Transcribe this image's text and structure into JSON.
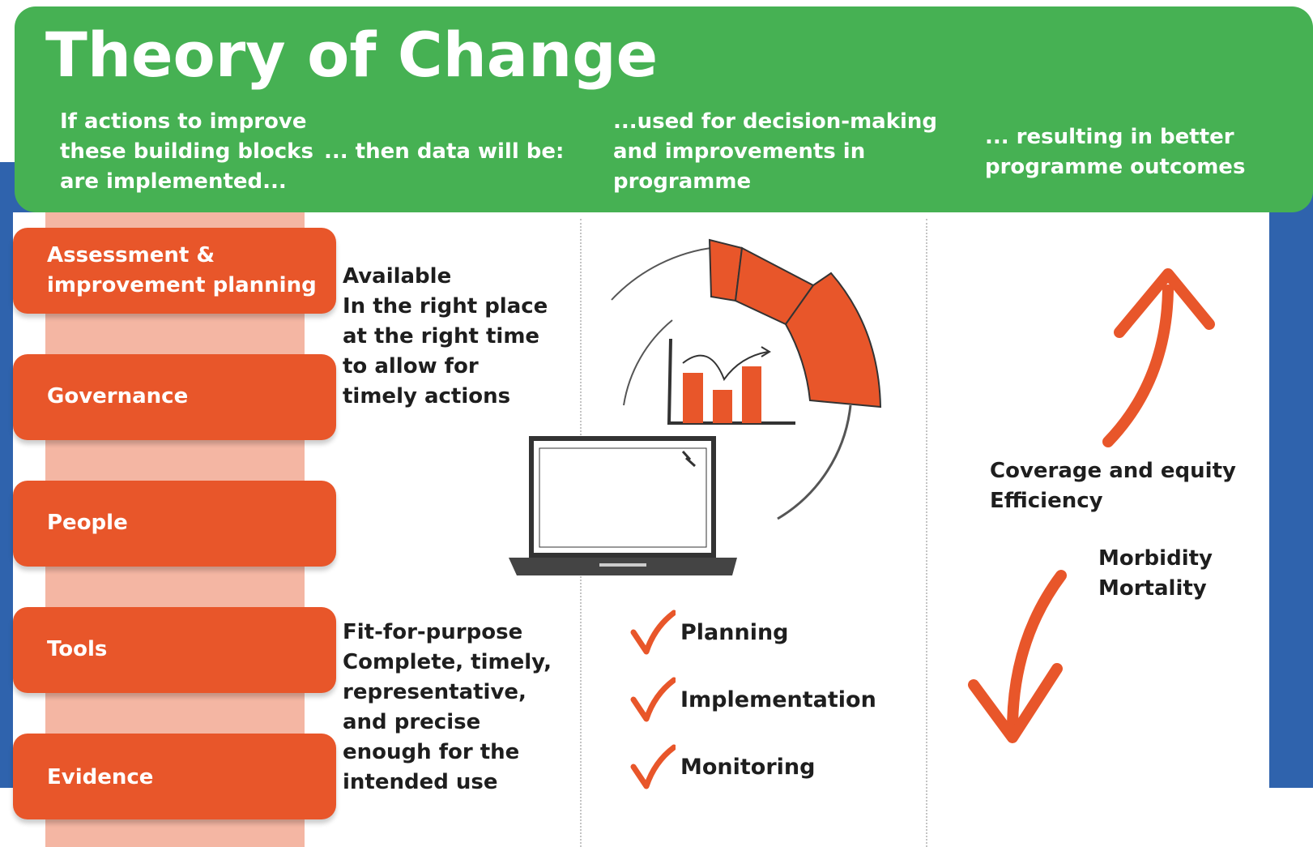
{
  "title": "Theory of Change",
  "columns": [
    "If actions to improve\nthese building blocks\nare implemented...",
    "... then data will be:",
    "...used for decision-making\nand improvements in\nprogramme",
    "... resulting in better\nprogramme outcomes"
  ],
  "building_blocks": [
    "Assessment &\nimprovement planning",
    "Governance",
    "People",
    "Tools",
    "Evidence"
  ],
  "data_qualities_1": "Available\nIn the right place\nat the right time\nto allow for\ntimely actions",
  "data_qualities_2": "Fit-for-purpose\nComplete, timely,\nrepresentative,\nand precise\nenough for the\nintended use",
  "uses": [
    "Planning",
    "Implementation",
    "Monitoring"
  ],
  "outcomes_up": "Coverage and equity\nEfficiency",
  "outcomes_down": "Morbidity\nMortality",
  "colors": {
    "header_green": "#46b153",
    "block_orange": "#e8562a",
    "column_pink": "#f4b6a3",
    "background_blue": "#2f63ad"
  },
  "icons": [
    "laptop-icon",
    "bar-chart-icon",
    "gauge-arc-icon",
    "checkmark-icon",
    "arrow-up-icon",
    "arrow-down-icon"
  ]
}
